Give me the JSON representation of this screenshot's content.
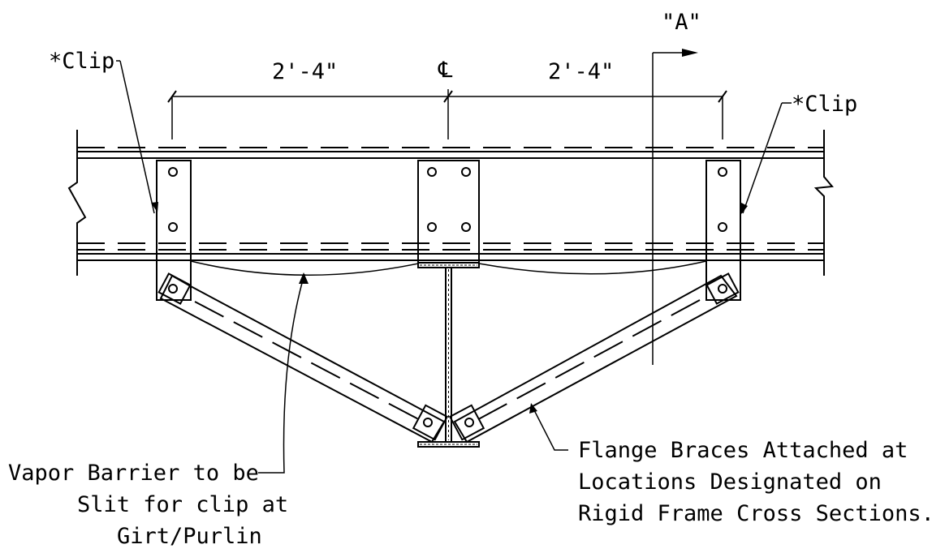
{
  "labels": {
    "section_marker": "\"A\"",
    "centerline": "℄",
    "dim_left": "2'-4\"",
    "dim_right": "2'-4\"",
    "clip_left": "*Clip",
    "clip_right": "*Clip",
    "vapor_barrier": [
      "Vapor Barrier to be",
      "Slit for clip at",
      "Girt/Purlin"
    ],
    "flange_braces": [
      "Flange Braces Attached at",
      "Locations Designated on",
      "Rigid Frame Cross Sections."
    ]
  }
}
